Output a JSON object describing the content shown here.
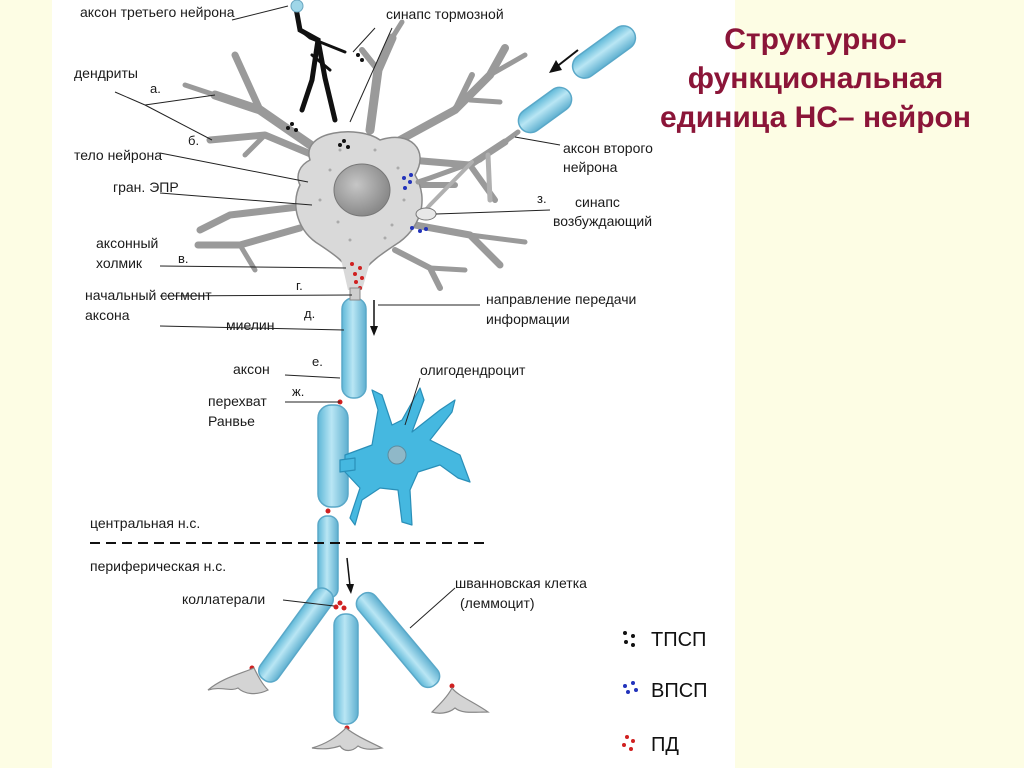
{
  "title": {
    "line1": "Структурно-",
    "line2": "функциональная",
    "line3": "единица НС– нейрон"
  },
  "labels": {
    "axon_third": "аксон третьего нейрона",
    "synapse_inhib": "синапс тормозной",
    "dendrites": "дендриты",
    "letter_a": "а.",
    "soma": "тело нейрона",
    "letter_b": "б.",
    "er": "гран. ЭПР",
    "axon_hillock_1": "аксонный",
    "axon_hillock_2": "холмик",
    "letter_v": "в.",
    "init_seg_1": "начальный сегмент",
    "init_seg_2": "аксона",
    "letter_g": "г.",
    "myelin": "миелин",
    "letter_d": "д.",
    "axon": "аксон",
    "letter_e": "е.",
    "ranvier_1": "перехват",
    "ranvier_2": "Ранвье",
    "letter_zh": "ж.",
    "axon_second_1": "аксон второго",
    "axon_second_2": "нейрона",
    "letter_z": "з.",
    "synapse_excit_1": "синапс",
    "synapse_excit_2": "возбуждающий",
    "direction_1": "направление передачи",
    "direction_2": "информации",
    "oligo": "олигодендроцит",
    "cns": "центральная н.с.",
    "pns": "периферическая н.с.",
    "collaterals": "коллатерали",
    "schwann_1": "шванновская клетка",
    "schwann_2": "(леммоцит)"
  },
  "legend": [
    {
      "text": "ТПСП",
      "color": "#111111"
    },
    {
      "text": "ВПСП",
      "color": "#2233bb"
    },
    {
      "text": "ПД",
      "color": "#d02020"
    }
  ],
  "colors": {
    "title": "#8b1538",
    "neuron_body": "#d9d9d9",
    "myelin": "#7ccbe3",
    "oligodendrocyte": "#45b8e0",
    "slide_background": "#fdfde4",
    "panel_background": "#ffffff"
  }
}
